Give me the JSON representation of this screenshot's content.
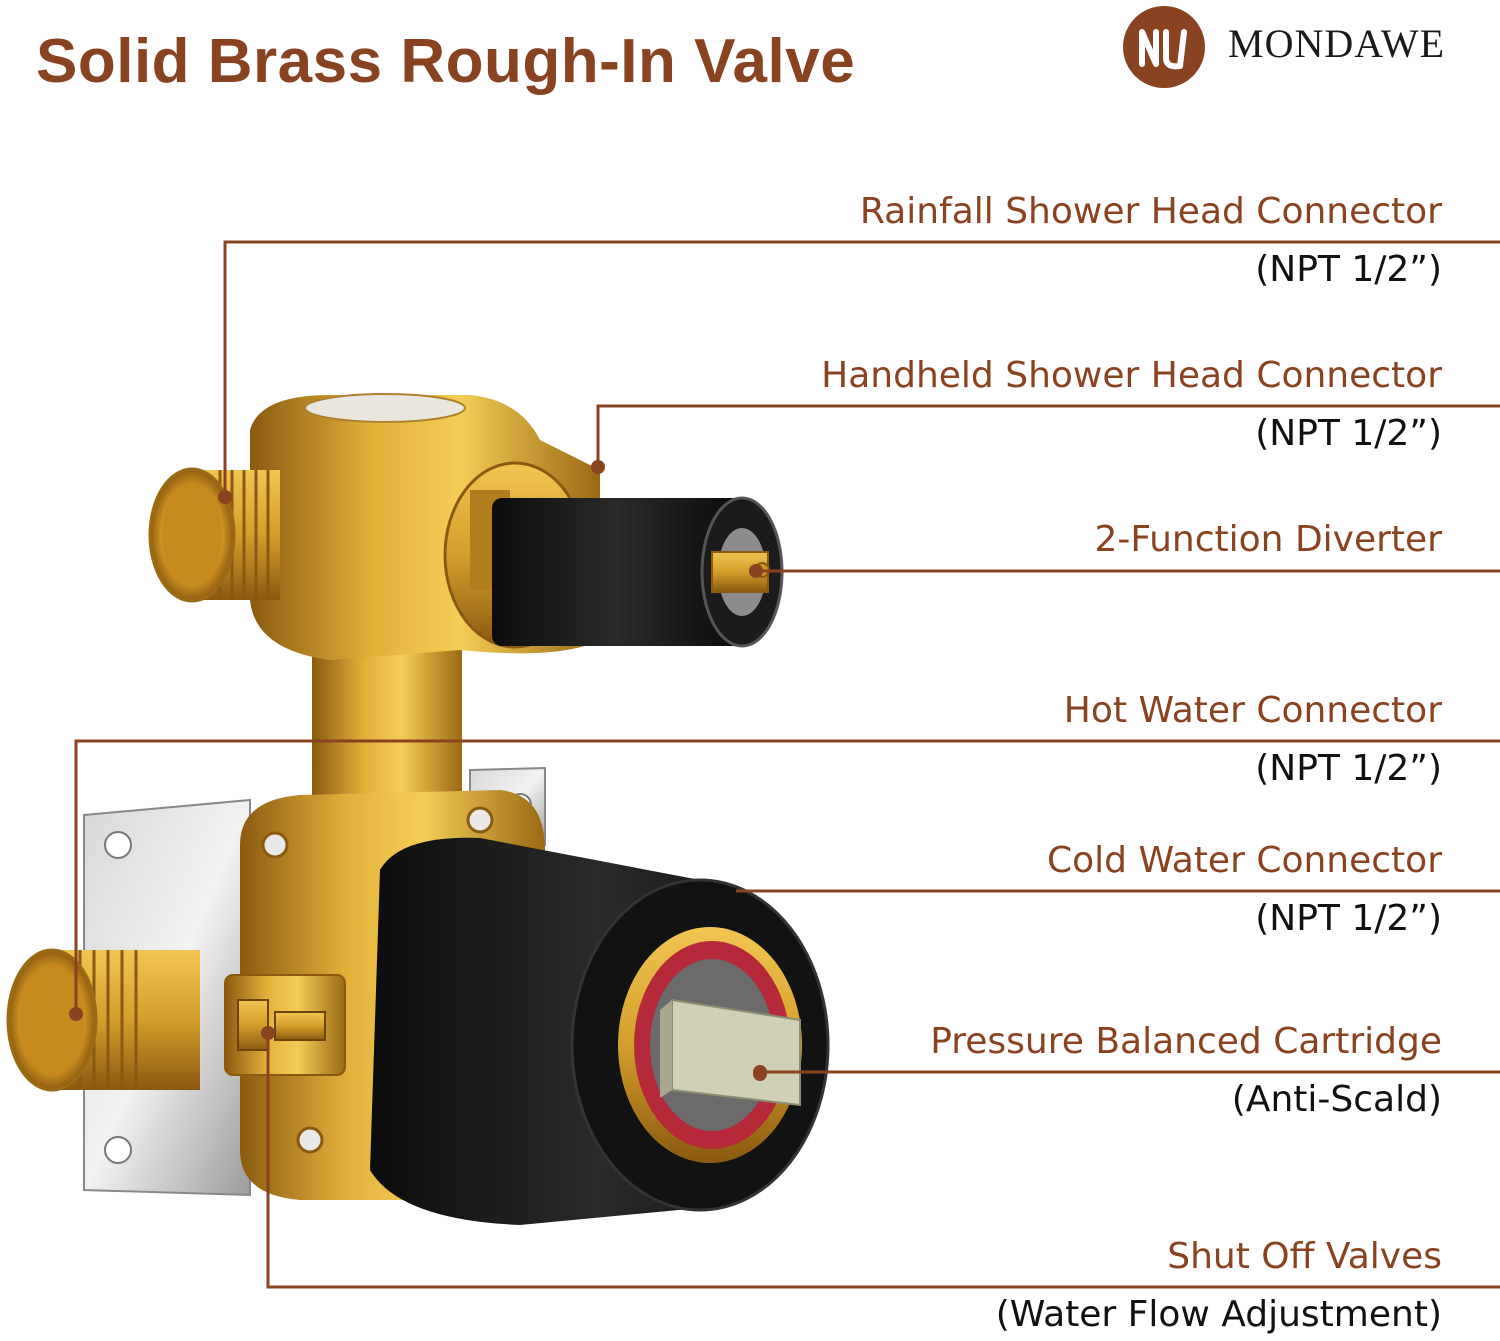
{
  "header": {
    "title": "Solid Brass Rough-In Valve"
  },
  "brand": {
    "name": "MONDAWE"
  },
  "colors": {
    "accent": "#8a4320",
    "text": "#111111",
    "brass": "#c9971f",
    "black": "#151515"
  },
  "callouts": [
    {
      "name": "Rainfall Shower Head Connector",
      "spec": "(NPT 1/2”)"
    },
    {
      "name": "Handheld Shower Head Connector",
      "spec": "(NPT 1/2”)"
    },
    {
      "name": "2-Function Diverter",
      "spec": ""
    },
    {
      "name": "Hot Water Connector",
      "spec": "(NPT 1/2”)"
    },
    {
      "name": "Cold Water Connector",
      "spec": "(NPT 1/2”)"
    },
    {
      "name": "Pressure Balanced Cartridge",
      "spec": "(Anti-Scald)"
    },
    {
      "name": "Shut Off Valves",
      "spec": "(Water Flow Adjustment)"
    }
  ]
}
